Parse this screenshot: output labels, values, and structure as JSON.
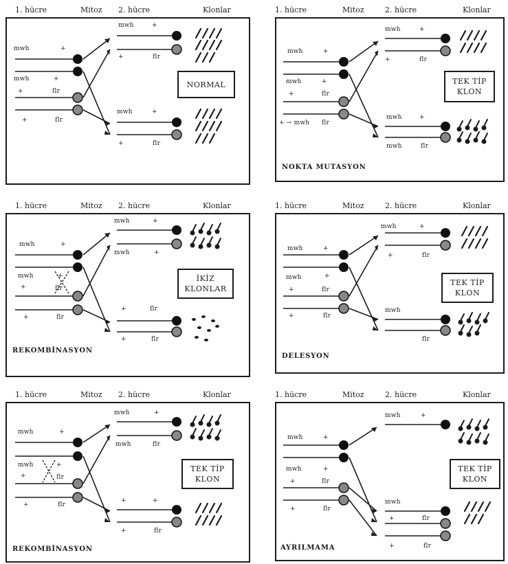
{
  "headers": {
    "cell1": "1. hücre",
    "mitoz": "Mitoz",
    "cell2": "2. hücre",
    "clones": "Klonlar"
  },
  "markers": {
    "mwh": "mwh",
    "flr": "flr",
    "plus": "+"
  },
  "panels": [
    {
      "id": "normal",
      "caption": "",
      "result_lines": [
        "NORMAL"
      ]
    },
    {
      "id": "nokta",
      "caption": "NOKTA MUTASYON",
      "result_lines": [
        "TEK TİP",
        "KLON"
      ],
      "arrow_label": "+ → mwh"
    },
    {
      "id": "rekombinasyon1",
      "caption": "REKOMBİNASYON",
      "result_lines": [
        "İKİZ",
        "KLONLAR"
      ]
    },
    {
      "id": "delesyon",
      "caption": "DELESYON",
      "result_lines": [
        "TEK TİP",
        "KLON"
      ]
    },
    {
      "id": "rekombinasyon2",
      "caption": "REKOMBİNASYON",
      "result_lines": [
        "TEK TİP",
        "KLON"
      ]
    },
    {
      "id": "ayrilmama",
      "caption": "AYRILMAMA",
      "result_lines": [
        "TEK TİP",
        "KLON"
      ]
    }
  ]
}
